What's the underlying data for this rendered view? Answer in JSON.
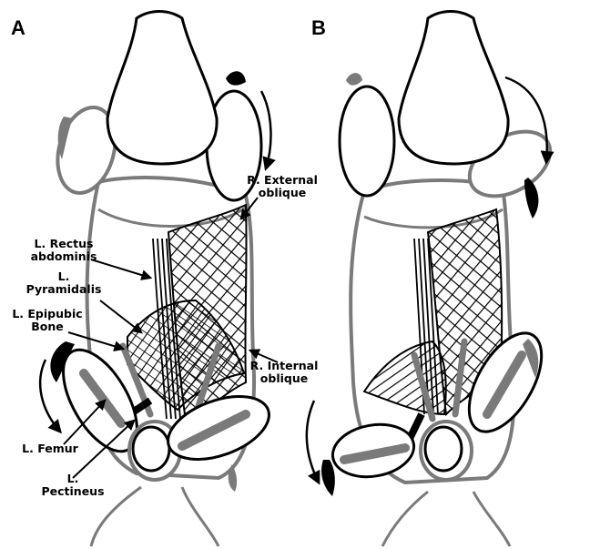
{
  "panels": {
    "a": {
      "letter": "A"
    },
    "b": {
      "letter": "B"
    }
  },
  "labels": {
    "r_external_oblique": [
      "R. External",
      "oblique"
    ],
    "l_rectus_abdominis": [
      "L. Rectus",
      "abdominis"
    ],
    "l_pyramidalis": [
      "L.",
      "Pyramidalis"
    ],
    "l_epipubic_bone": [
      "L. Epipubic",
      "Bone"
    ],
    "r_internal_oblique": [
      "R. Internal",
      "oblique"
    ],
    "l_femur": [
      "L. Femur"
    ],
    "l_pectineus": [
      "L.",
      "Pectineus"
    ]
  },
  "colors": {
    "outline": "#000000",
    "body_outline": "#7a7a7a",
    "bone": "#7a7a7a",
    "fill": "#ffffff"
  }
}
